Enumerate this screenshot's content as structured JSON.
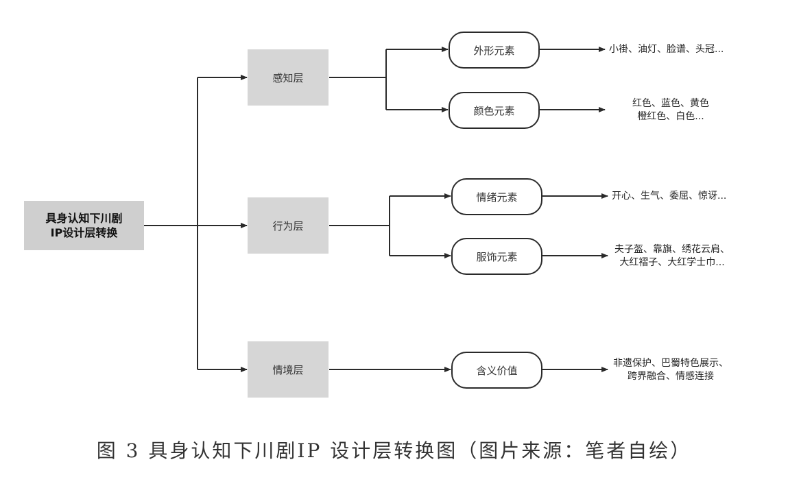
{
  "root": {
    "line1": "具身认知下川剧",
    "line2": "IP设计层转换"
  },
  "layers": [
    {
      "label": "感知层"
    },
    {
      "label": "行为层"
    },
    {
      "label": "情境层"
    }
  ],
  "elements": [
    {
      "label": "外形元素",
      "note_line1": "小褂、油灯、脸谱、头冠...",
      "note_line2": ""
    },
    {
      "label": "颜色元素",
      "note_line1": "红色、蓝色、黄色",
      "note_line2": "橙红色、白色..."
    },
    {
      "label": "情绪元素",
      "note_line1": "开心、生气、委屈、惊讶...",
      "note_line2": ""
    },
    {
      "label": "服饰元素",
      "note_line1": "夫子盔、靠旗、绣花云肩、",
      "note_line2": "大红褶子、大红学士巾..."
    },
    {
      "label": "含义价值",
      "note_line1": "非遗保护、巴蜀特色展示、",
      "note_line2": "跨界融合、情感连接"
    }
  ],
  "caption": "图 3 具身认知下川剧IP 设计层转换图（图片来源：笔者自绘）"
}
